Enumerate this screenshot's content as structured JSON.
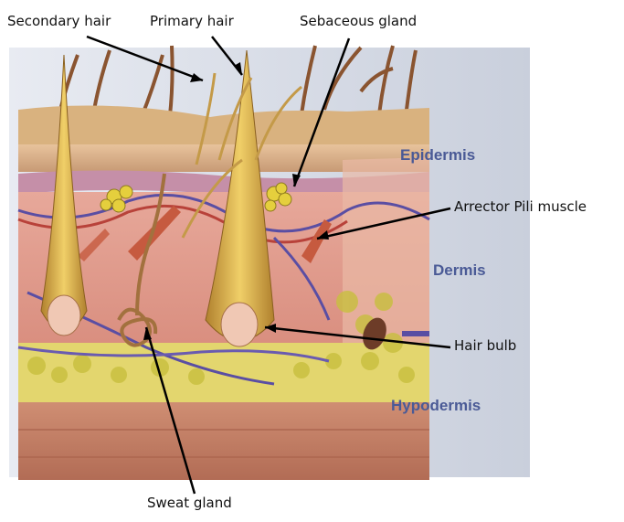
{
  "callouts": {
    "secondary_hair": "Secondary hair",
    "primary_hair": "Primary hair",
    "sebaceous_gland": "Sebaceous gland",
    "arrector_pili": "Arrector Pili muscle",
    "hair_bulb": "Hair bulb",
    "sweat_gland": "Sweat gland"
  },
  "layers": {
    "epidermis": "Epidermis",
    "dermis": "Dermis",
    "hypodermis": "Hypodermis"
  }
}
